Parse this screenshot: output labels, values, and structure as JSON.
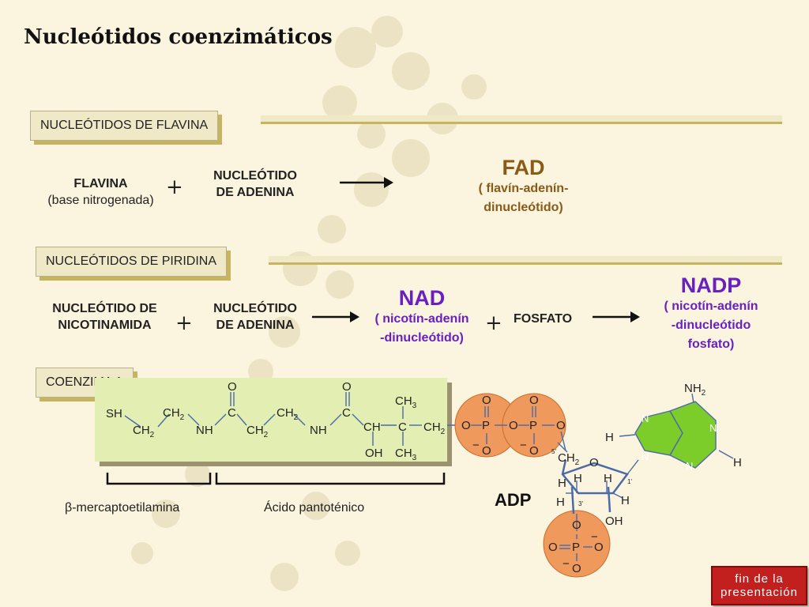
{
  "title": "Nucleótidos coenzimáticos",
  "sections": {
    "flavina": "NUCLEÓTIDOS DE FLAVINA",
    "piridina": "NUCLEÓTIDOS DE PIRIDINA",
    "coenzima": "COENZIMA A"
  },
  "flavin_row": {
    "left_name": "FLAVINA",
    "left_sub": "(base nitrogenada)",
    "plus": "+",
    "middle_line1": "NUCLEÓTIDO",
    "middle_line2": "DE ADENINA",
    "product_name": "FAD",
    "product_line1": "( flavín-adenín-",
    "product_line2": "dinucleótido)"
  },
  "pyridine_row": {
    "left_line1": "NUCLEÓTIDO DE",
    "left_line2": "NICOTINAMIDA",
    "plus1": "+",
    "middle_line1": "NUCLEÓTIDO",
    "middle_line2": "DE ADENINA",
    "nad_name": "NAD",
    "nad_line1": "( nicotín-adenín",
    "nad_line2": "-dinucleótido)",
    "plus2": "+",
    "phosphate": "FOSFATO",
    "nadp_name": "NADP",
    "nadp_line1": "( nicotín-adenín",
    "nadp_line2": "-dinucleótido",
    "nadp_line3": "fosfato)"
  },
  "coa": {
    "chain": {
      "sh": "SH",
      "ch2": "CH",
      "sub2": "2",
      "nh": "NH",
      "c": "C",
      "o": "O",
      "ch": "CH",
      "oh": "OH",
      "ch3": "CH",
      "sub3": "3"
    },
    "mercapto_label": "β-mercaptoetilamina",
    "pantotenico_label": "Ácido pantoténico",
    "adp_label": "ADP",
    "atoms": {
      "p": "P",
      "o": "O",
      "minus": "−",
      "h": "H",
      "n": "N",
      "nh2": "NH",
      "oh": "OH",
      "five": "5'",
      "three": "3'",
      "one": "1'"
    }
  },
  "end_button": "fin de la\npresentación",
  "colors": {
    "background": "#fbf4de",
    "section_shadow": "#c7b460",
    "fad_text": "#8a5a16",
    "nad_text": "#6a1fbf",
    "coa_box": "#e3efb2",
    "phosphate_circle": "#ef9a5c",
    "adenine_ring": "#7ccc2a",
    "end_button": "#c1201f"
  }
}
